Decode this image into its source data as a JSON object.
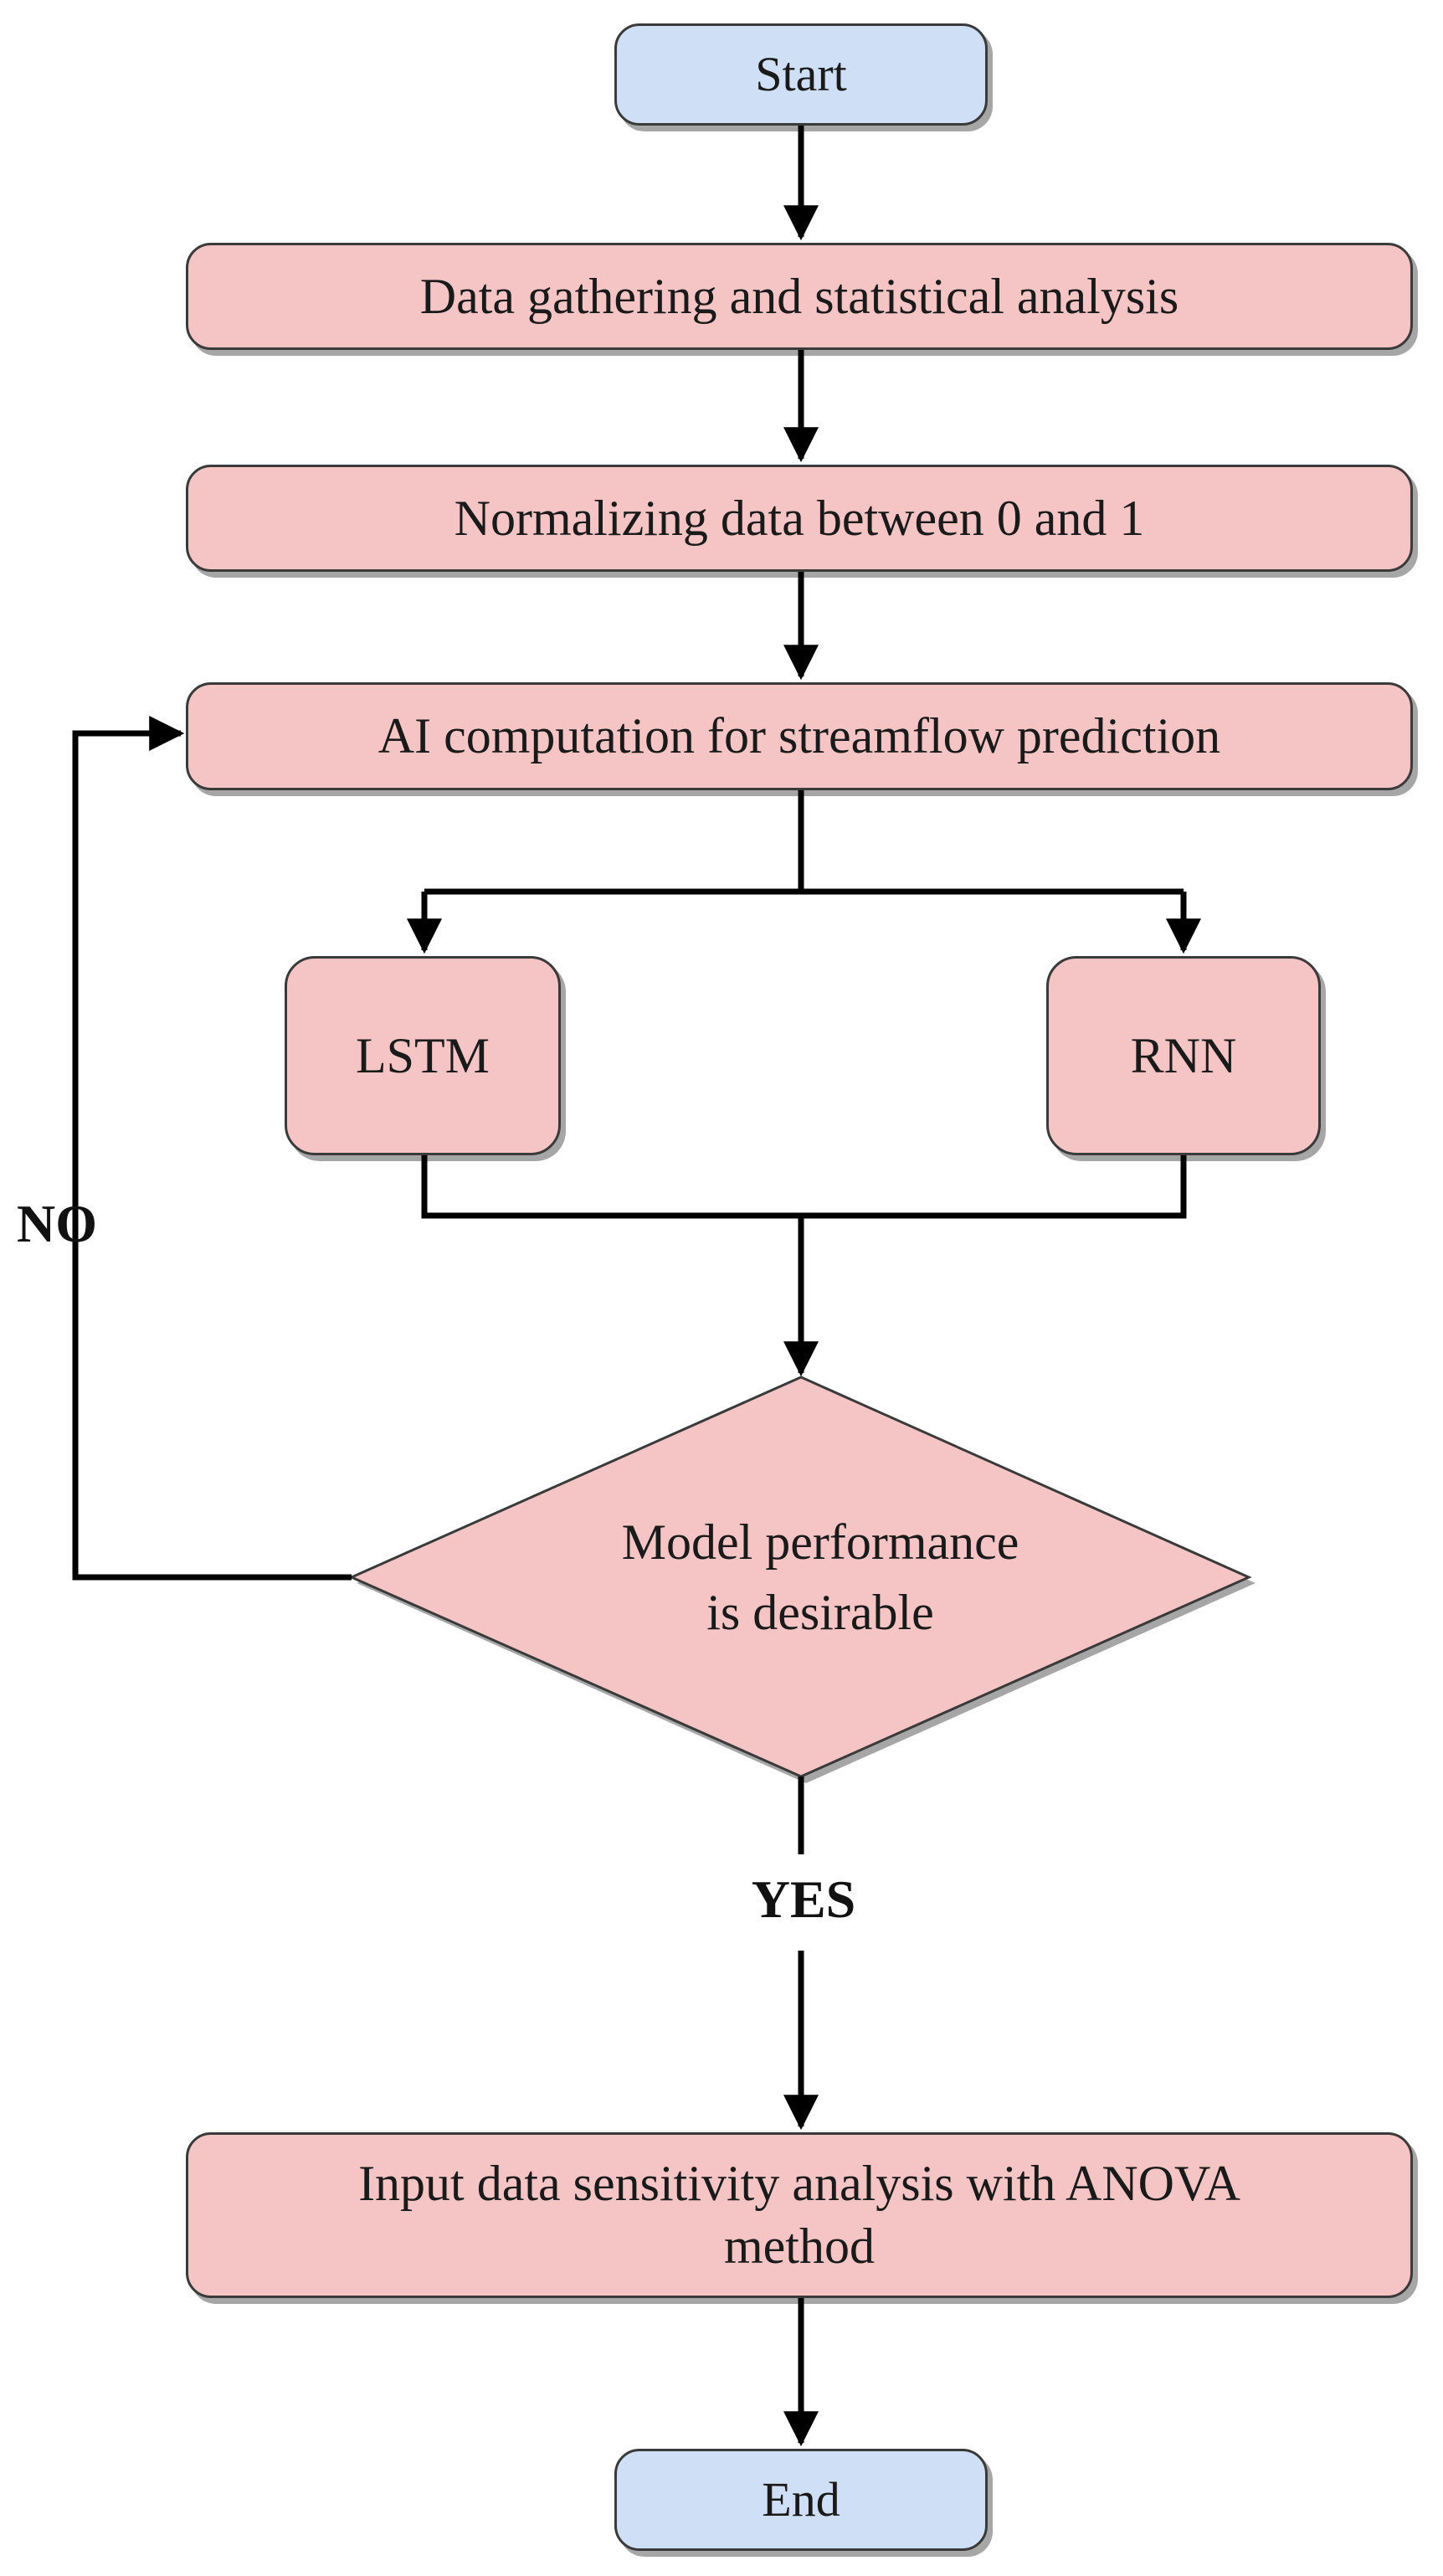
{
  "nodes": {
    "start": "Start",
    "data_gathering": "Data gathering and statistical analysis",
    "normalizing": "Normalizing data between 0 and 1",
    "ai_computation": "AI computation for streamflow prediction",
    "lstm": "LSTM",
    "rnn": "RNN",
    "decision_line1": "Model performance",
    "decision_line2": "is desirable",
    "sensitivity_line1": "Input data sensitivity analysis with ANOVA",
    "sensitivity_line2": "method",
    "end": "End"
  },
  "branches": {
    "no": "NO",
    "yes": "YES"
  },
  "colors": {
    "terminal_fill": "#cfdff6",
    "process_fill": "#f5c4c4",
    "stroke": "#000000"
  }
}
